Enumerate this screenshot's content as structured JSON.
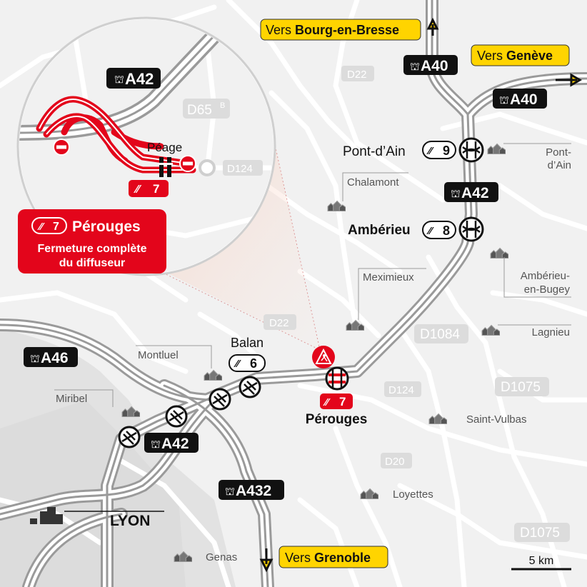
{
  "highways": {
    "a42_inset": "A42",
    "a40_top": "A40",
    "a40_right": "A40",
    "a42_mid": "A42",
    "a46": "A46",
    "a42_bottom": "A42",
    "a432": "A432"
  },
  "roads": {
    "d22_top": "D22",
    "d65b": "D65",
    "d65b_sup": "B",
    "d124_inset": "D124",
    "d22_mid": "D22",
    "d1084": "D1084",
    "d1075_a": "D1075",
    "d124": "D124",
    "d20": "D20",
    "d1075_b": "D1075"
  },
  "directions": {
    "bourg_prefix": "Vers ",
    "bourg_city": "Bourg-en-Bresse",
    "geneve_prefix": "Vers ",
    "geneve_city": "Genève",
    "grenoble_prefix": "Vers ",
    "grenoble_city": "Grenoble"
  },
  "exits": {
    "pont_dain_label": "Pont-d’Ain",
    "pont_dain_num": "9",
    "amberieu_label": "Ambérieu",
    "amberieu_num": "8",
    "balan_label": "Balan",
    "balan_num": "6",
    "perouges_num": "7",
    "perouges_label": "Pérouges",
    "inset_num": "7",
    "peage_label": "Péage"
  },
  "towns": {
    "pont_dain_1": "Pont-",
    "pont_dain_2": "d’Ain",
    "chalamont": "Chalamont",
    "meximieux": "Meximieux",
    "amberieu_bugey_1": "Ambérieu-",
    "amberieu_bugey_2": "en-Bugey",
    "lagnieu": "Lagnieu",
    "montluel": "Montluel",
    "miribel": "Miribel",
    "saint_vulbas": "Saint-Vulbas",
    "loyettes": "Loyettes",
    "lyon": "LYON",
    "genas": "Genas"
  },
  "callout": {
    "exit_num": "7",
    "title": "Pérouges",
    "line1": "Fermeture complète",
    "line2": "du diffuseur"
  },
  "scale": {
    "label": "5 km"
  },
  "colors": {
    "closure_red": "#e3051b",
    "direction_yellow": "#ffd400",
    "highway_black": "#111111"
  }
}
